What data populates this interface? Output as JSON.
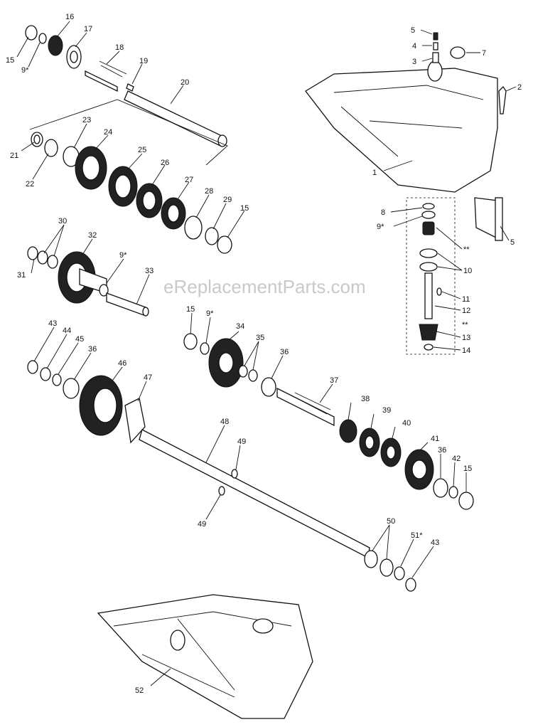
{
  "watermark": "eReplacementParts.com",
  "callouts": [
    {
      "id": "c15a",
      "text": "15"
    },
    {
      "id": "c16",
      "text": "16"
    },
    {
      "id": "c17",
      "text": "17"
    },
    {
      "id": "c18",
      "text": "18"
    },
    {
      "id": "c19",
      "text": "19"
    },
    {
      "id": "c20",
      "text": "20"
    },
    {
      "id": "c9a",
      "text": "9*"
    },
    {
      "id": "c21",
      "text": "21"
    },
    {
      "id": "c22",
      "text": "22"
    },
    {
      "id": "c23",
      "text": "23"
    },
    {
      "id": "c24",
      "text": "24"
    },
    {
      "id": "c25",
      "text": "25"
    },
    {
      "id": "c26",
      "text": "26"
    },
    {
      "id": "c27",
      "text": "27"
    },
    {
      "id": "c28",
      "text": "28"
    },
    {
      "id": "c29",
      "text": "29"
    },
    {
      "id": "c15b",
      "text": "15"
    },
    {
      "id": "c30",
      "text": "30"
    },
    {
      "id": "c31",
      "text": "31"
    },
    {
      "id": "c32",
      "text": "32"
    },
    {
      "id": "c9b",
      "text": "9*"
    },
    {
      "id": "c33",
      "text": "33"
    },
    {
      "id": "c5a",
      "text": "5"
    },
    {
      "id": "c4",
      "text": "4"
    },
    {
      "id": "c3",
      "text": "3"
    },
    {
      "id": "c7",
      "text": "7"
    },
    {
      "id": "c2",
      "text": "2"
    },
    {
      "id": "c1",
      "text": "1"
    },
    {
      "id": "c8",
      "text": "8"
    },
    {
      "id": "c9c",
      "text": "9*"
    },
    {
      "id": "c5b",
      "text": "5"
    },
    {
      "id": "cstar1",
      "text": "**"
    },
    {
      "id": "c10",
      "text": "10"
    },
    {
      "id": "c11",
      "text": "11"
    },
    {
      "id": "c12",
      "text": "12"
    },
    {
      "id": "cstar2",
      "text": "**"
    },
    {
      "id": "c13",
      "text": "13"
    },
    {
      "id": "c14",
      "text": "14"
    },
    {
      "id": "c43a",
      "text": "43"
    },
    {
      "id": "c44",
      "text": "44"
    },
    {
      "id": "c45",
      "text": "45"
    },
    {
      "id": "c36a",
      "text": "36"
    },
    {
      "id": "c46",
      "text": "46"
    },
    {
      "id": "c47",
      "text": "47"
    },
    {
      "id": "c15c",
      "text": "15"
    },
    {
      "id": "c9d",
      "text": "9*"
    },
    {
      "id": "c34",
      "text": "34"
    },
    {
      "id": "c35",
      "text": "35"
    },
    {
      "id": "c36b",
      "text": "36"
    },
    {
      "id": "c37",
      "text": "37"
    },
    {
      "id": "c38",
      "text": "38"
    },
    {
      "id": "c39",
      "text": "39"
    },
    {
      "id": "c40",
      "text": "40"
    },
    {
      "id": "c41",
      "text": "41"
    },
    {
      "id": "c36c",
      "text": "36"
    },
    {
      "id": "c42",
      "text": "42"
    },
    {
      "id": "c15d",
      "text": "15"
    },
    {
      "id": "c48",
      "text": "48"
    },
    {
      "id": "c49a",
      "text": "49"
    },
    {
      "id": "c49b",
      "text": "49"
    },
    {
      "id": "c50",
      "text": "50"
    },
    {
      "id": "c51",
      "text": "51*"
    },
    {
      "id": "c43b",
      "text": "43"
    },
    {
      "id": "c52",
      "text": "52"
    }
  ]
}
